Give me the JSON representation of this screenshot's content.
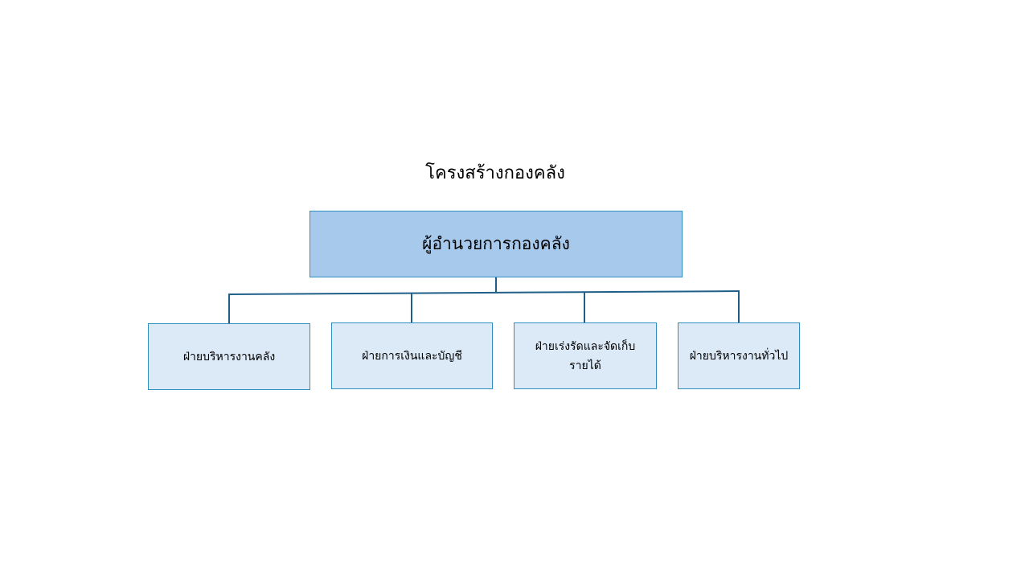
{
  "title": "โครงสร้างกองคลัง",
  "root": {
    "label": "ผู้อำนวยการกองคลัง",
    "fill_color": "#a7c9ec"
  },
  "children": [
    {
      "label": "ฝ่ายบริหารงานคลัง"
    },
    {
      "label": "ฝ่ายการเงินและบัญชี"
    },
    {
      "label": "ฝ่ายเร่งรัดและจัดเก็บ\nรายได้"
    },
    {
      "label": "ฝ่ายบริหารงานทั่วไป"
    }
  ],
  "colors": {
    "child_fill": "#dce9f7",
    "border": "#2f8fc2",
    "connector": "#1f5f88"
  }
}
